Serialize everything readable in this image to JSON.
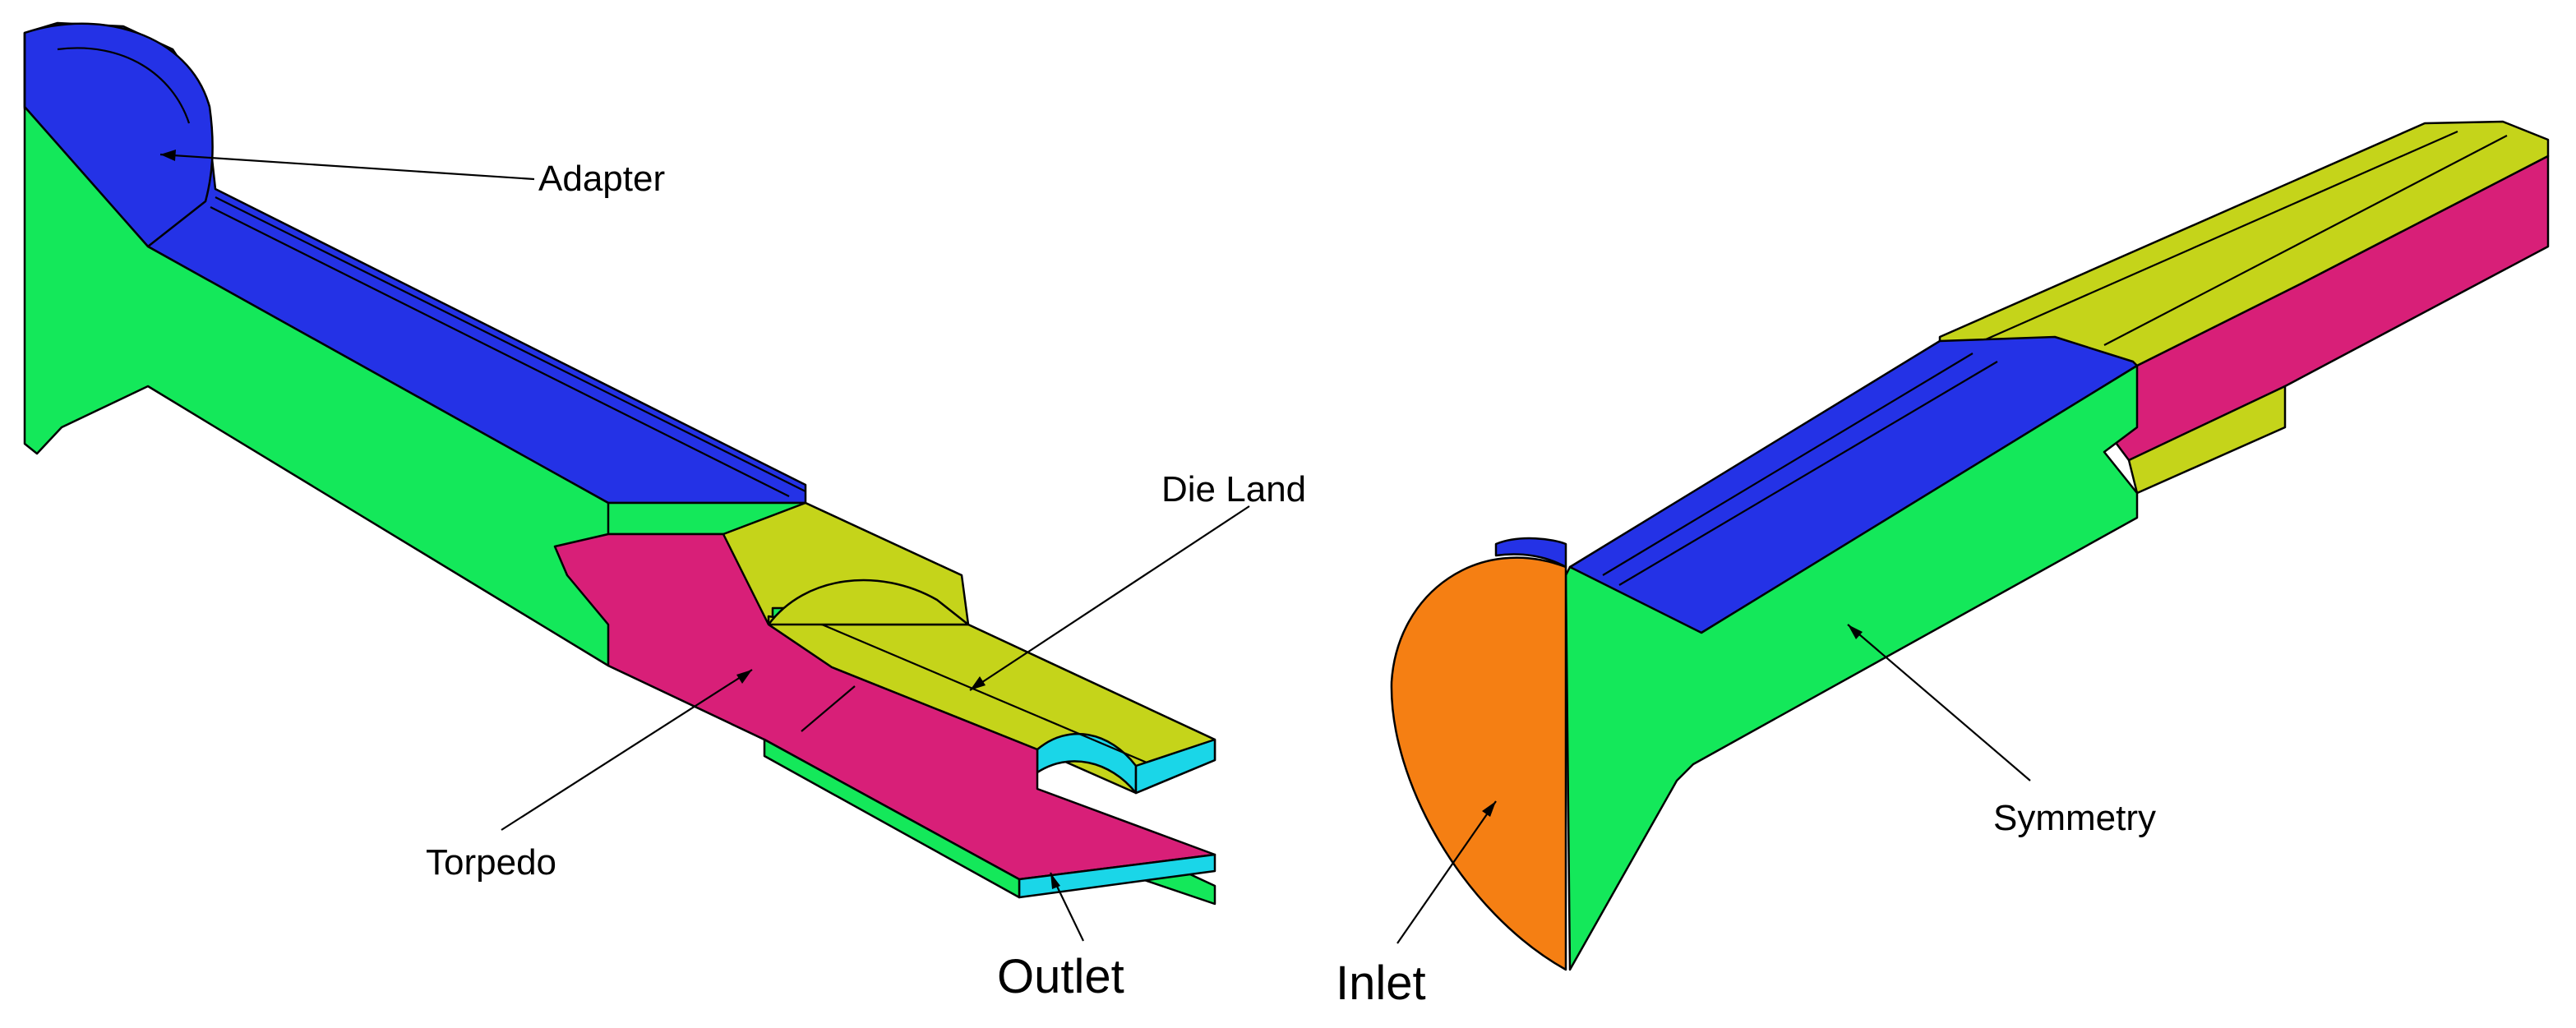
{
  "labels": {
    "adapter": "Adapter",
    "die_land": "Die Land",
    "torpedo": "Torpedo",
    "outlet": "Outlet",
    "inlet": "Inlet",
    "symmetry": "Symmetry"
  },
  "colors": {
    "adapter": "#2432e6",
    "symmetry_face": "#14e85a",
    "die_land": "#c5d41a",
    "torpedo": "#d81f78",
    "outlet": "#1ad6e8",
    "inlet": "#f57f13",
    "edge": "#000000",
    "background": "#ffffff"
  }
}
